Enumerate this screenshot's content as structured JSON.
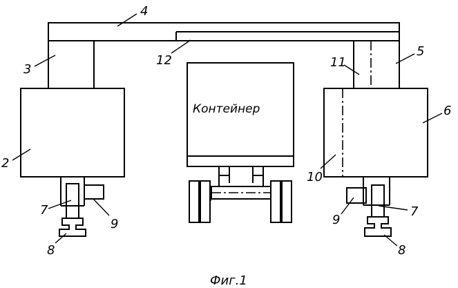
{
  "labels": {
    "l2": "2",
    "l3": "3",
    "l4": "4",
    "l5": "5",
    "l6": "6",
    "l7a": "7",
    "l7b": "7",
    "l8a": "8",
    "l8b": "8",
    "l9a": "9",
    "l9b": "9",
    "l10": "10",
    "l11": "11",
    "l12": "12"
  },
  "container_text": "Контейнер",
  "caption": "Фиг.1"
}
